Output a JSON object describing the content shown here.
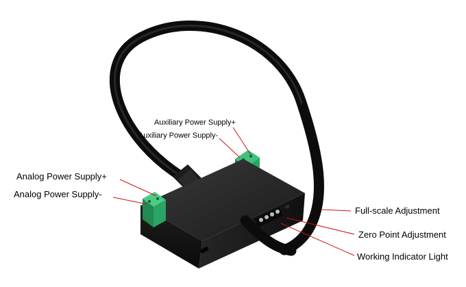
{
  "labels": {
    "aux_plus": "Auxiliary Power Supply+",
    "aux_minus": "Auxiliary Power Supply-",
    "analog_plus": "Analog Power Supply+",
    "analog_minus": "Analog Power Supply-",
    "full_scale": "Full-scale Adjustment",
    "zero_point": "Zero Point Adjustment",
    "working_light": "Working Indicator Light"
  },
  "colors": {
    "leader_line": "#cc1111",
    "housing": "#161616",
    "cable": "#0c0c0c",
    "terminal": "#2fae6a"
  }
}
